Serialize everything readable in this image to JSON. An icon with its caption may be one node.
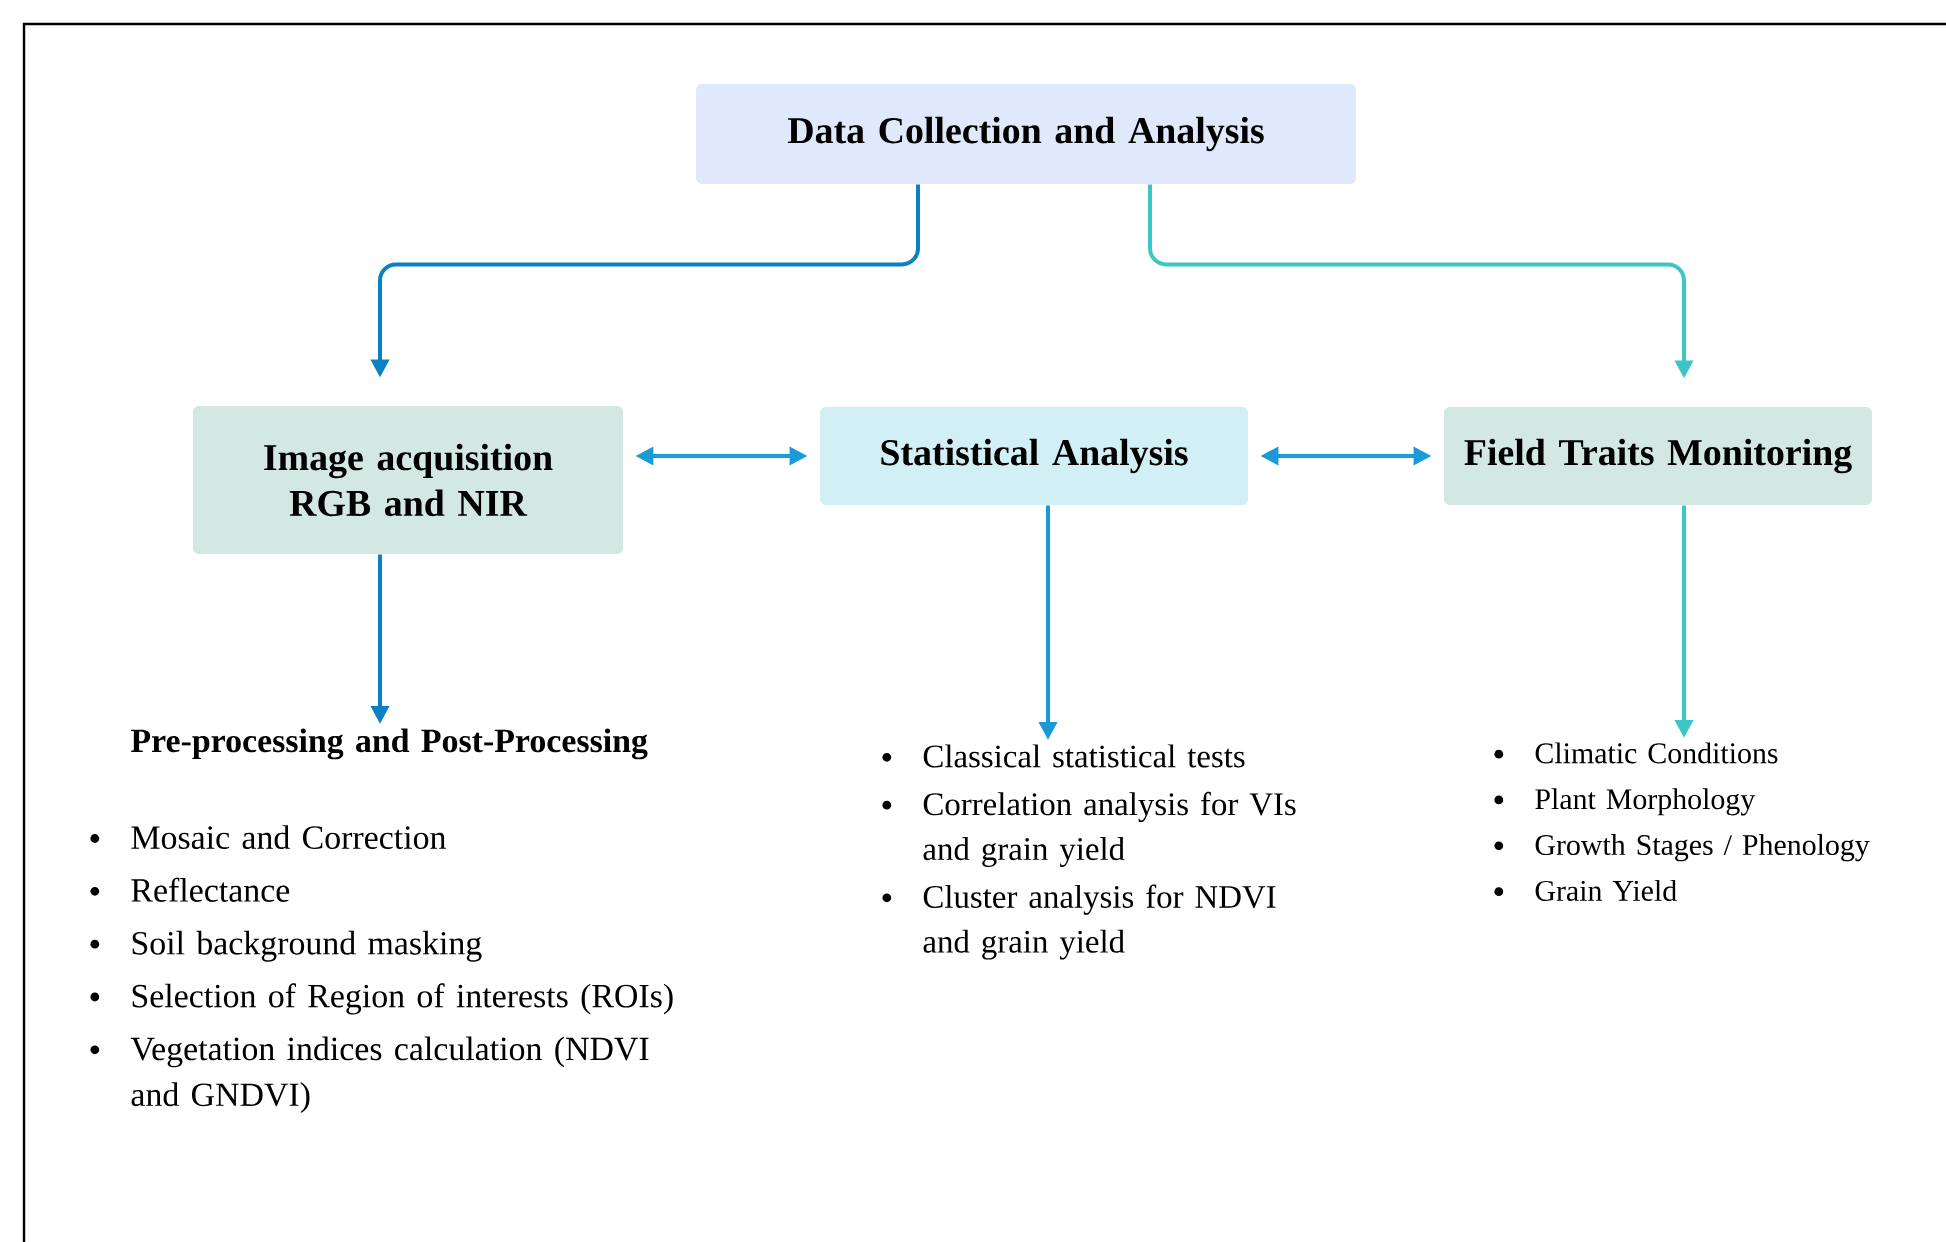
{
  "diagram": {
    "nodes": [
      {
        "text": [
          "Data Collection and Analysis"
        ]
      },
      {
        "text": [
          "Image acquisition RGB and NIR"
        ]
      },
      {
        "text": [
          "Statistical Analysis"
        ]
      },
      {
        "text": [
          "Field Traits Monitoring"
        ]
      },
      {
        "text": [
          "Pre-processing and Post-Processing",
          "Mosaic and Correction",
          "Reflectance",
          "Soil background masking",
          "Selection of Region of interests (ROIs)",
          "Vegetation indices calculation (NDVI and GNDVI)"
        ]
      },
      {
        "text": [
          "Classical statistical tests",
          "Correlation analysis for VIs and grain yield",
          "Cluster analysis for NDVI and grain yield"
        ]
      },
      {
        "text": [
          "Climatic Conditions",
          "Plant Morphology",
          "Growth Stages / Phenology",
          "Grain Yield"
        ]
      }
    ],
    "edges": [
      {
        "from": 0,
        "to": 1,
        "arrow": "to",
        "color": "#0b80c2"
      },
      {
        "from": 0,
        "to": 3,
        "arrow": "to",
        "color": "#3cc6c6"
      },
      {
        "from": 1,
        "to": 2,
        "arrow": "both"
      },
      {
        "from": 2,
        "to": 3,
        "arrow": "both"
      },
      {
        "from": 1,
        "to": 4,
        "arrow": "to",
        "color": "#0b80c2"
      },
      {
        "from": 2,
        "to": 5,
        "arrow": "to"
      },
      {
        "from": 3,
        "to": 6,
        "arrow": "to",
        "color": "#3cc6c6"
      }
    ]
  }
}
